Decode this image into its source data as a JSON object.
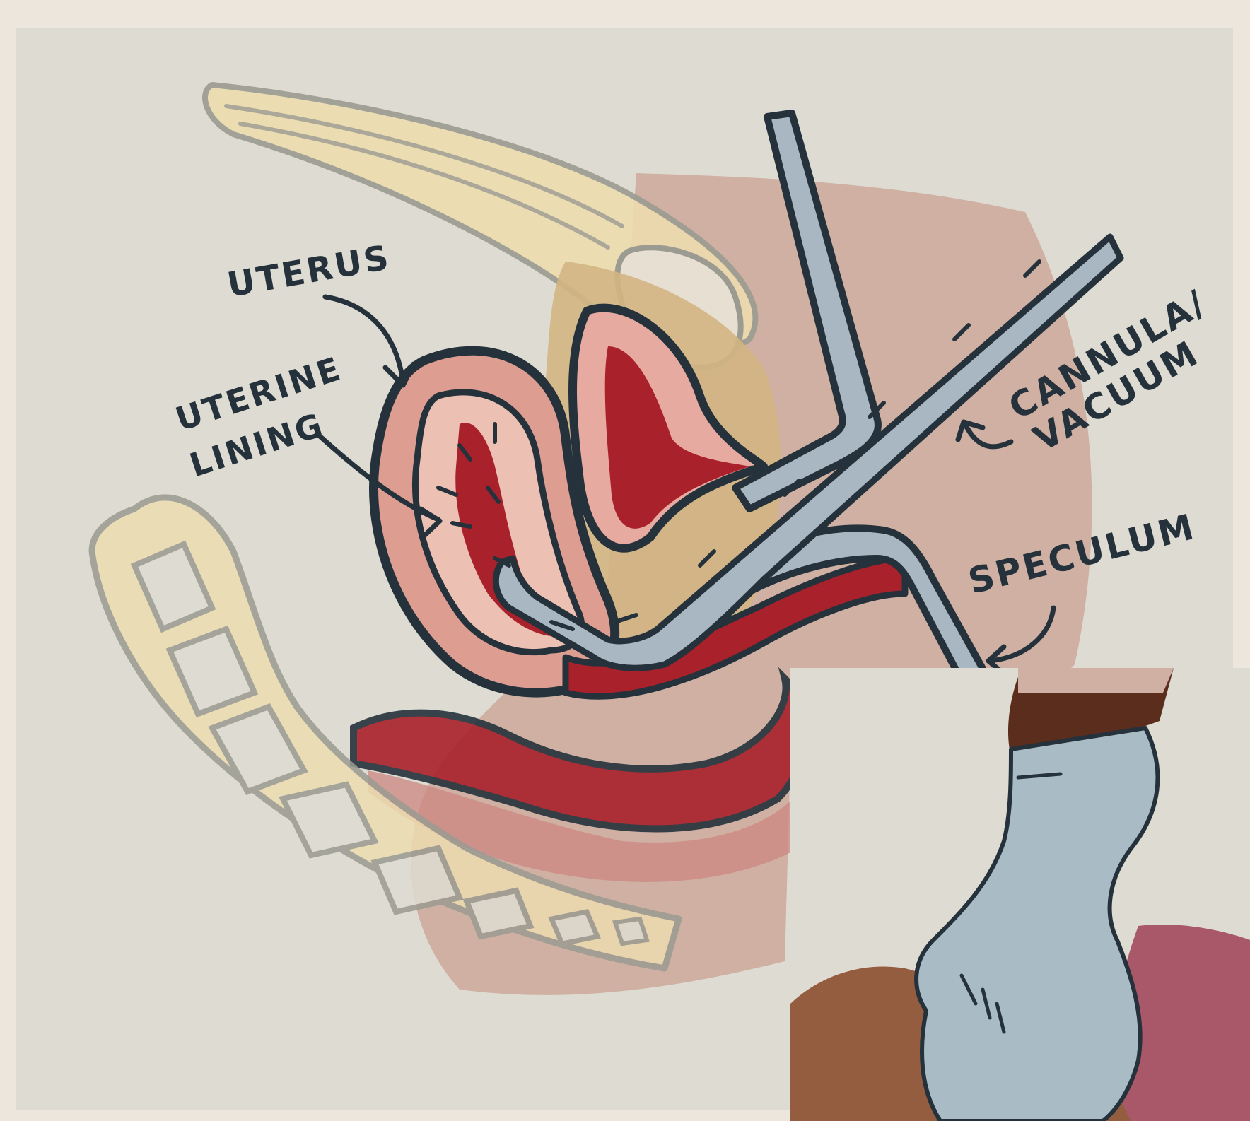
{
  "labels": {
    "uterus": "UTERUS",
    "uterine_lining_1": "UTERINE",
    "uterine_lining_2": "LINING",
    "cannula_1": "CANNULA/",
    "cannula_2": "VACUUM",
    "speculum": "SPECULUM"
  },
  "colors": {
    "background": "#ece6dc",
    "panel": "#dedcd2",
    "skin_pink": "#cfb0a2",
    "bone_tan": "#eddcaf",
    "uterus_lining": "#e7aaa0",
    "blood": "#a9212b",
    "instrument": "#a9b7c2",
    "outline": "#25323c",
    "bone_outline": "#9b9b92",
    "glove": "#a9bcc6",
    "dark_skin": "#5a2d1c",
    "mid_skin": "#955d40"
  }
}
